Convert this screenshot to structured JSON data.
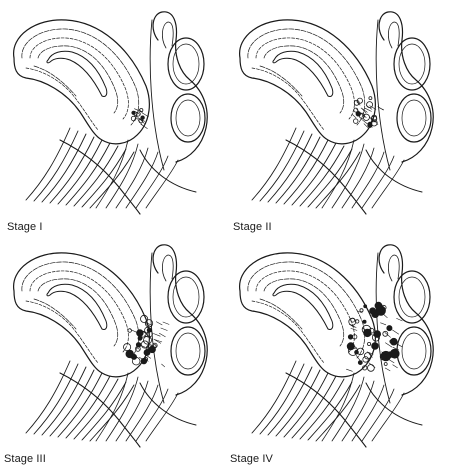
{
  "stages": [
    {
      "label": "Stage I",
      "extent": 1
    },
    {
      "label": "Stage II",
      "extent": 2
    },
    {
      "label": "Stage III",
      "extent": 3
    },
    {
      "label": "Stage IV",
      "extent": 4
    }
  ],
  "colors": {
    "line": "#1a1a1a",
    "background": "#ffffff"
  }
}
